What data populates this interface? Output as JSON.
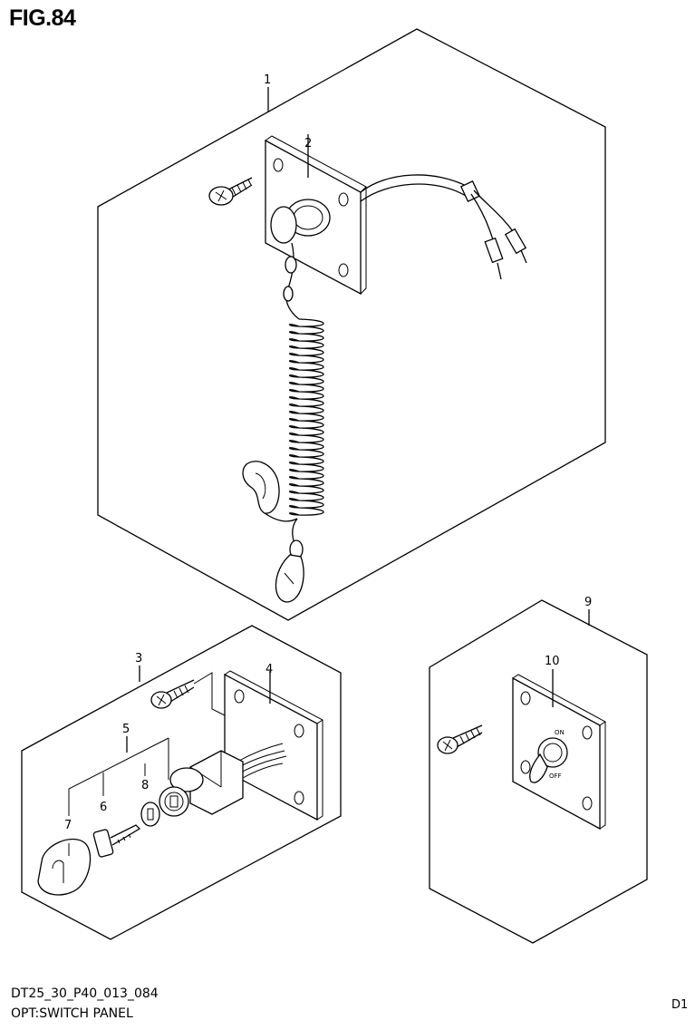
{
  "figure": {
    "title": "FIG.84",
    "code": "DT25_30_P40_013_084",
    "name": "OPT:SWITCH PANEL",
    "page_mark": "D1"
  },
  "callouts": [
    "1",
    "2",
    "3",
    "4",
    "5",
    "6",
    "7",
    "8",
    "9",
    "10"
  ],
  "switch_markings": {
    "on": "ON",
    "off": "OFF"
  }
}
